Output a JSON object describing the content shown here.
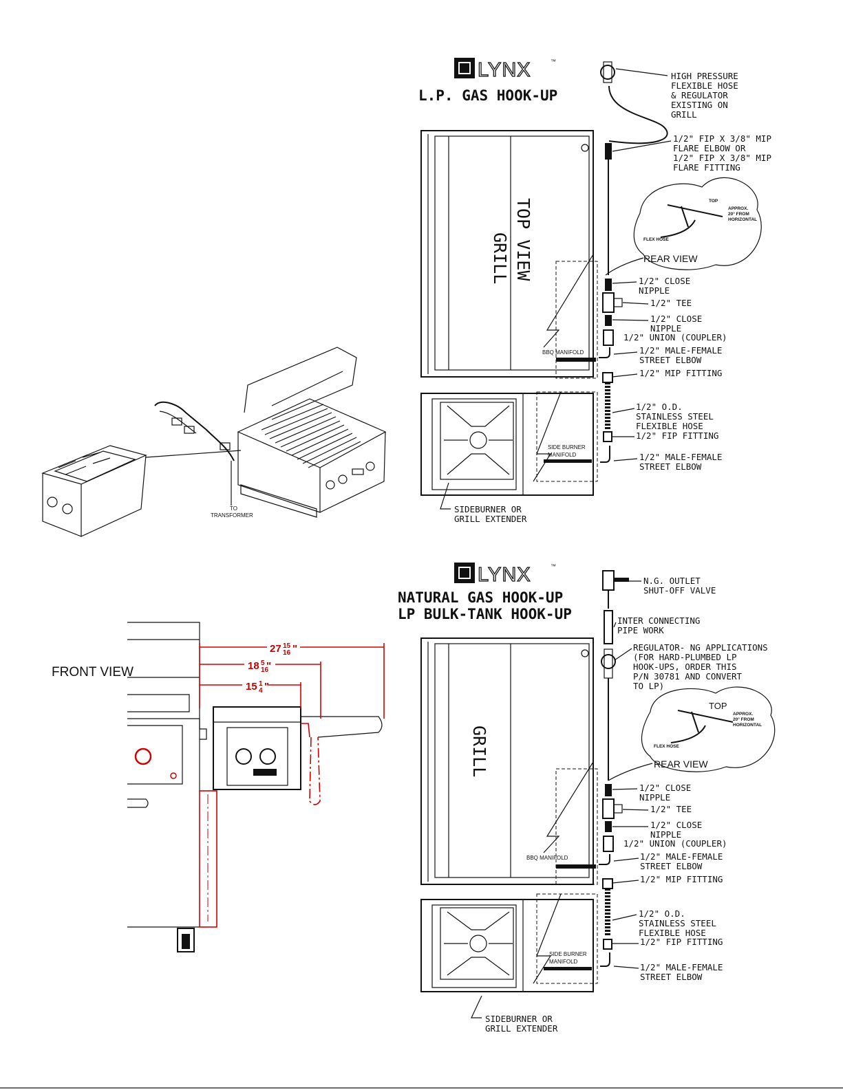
{
  "brand": {
    "logo_text": "LYNX",
    "tm": "™"
  },
  "lp_diagram": {
    "title": "L.P. GAS HOOK-UP",
    "grill_label": "GRILL",
    "top_view_label": "TOP VIEW",
    "bbq_manifold": "BBQ MANIFOLD",
    "side_burner_manifold": [
      "SIDE BURNER",
      "MANIFOLD"
    ],
    "sideburner_label": [
      "SIDEBURNER OR",
      "GRILL EXTENDER"
    ],
    "rear_view": {
      "label": "REAR VIEW",
      "top": "TOP",
      "approx": [
        "APPROX.",
        "20° FROM",
        "HORIZONTAL"
      ],
      "flex_hose": "FLEX HOSE"
    },
    "callouts": [
      [
        "HIGH PRESSURE",
        "FLEXIBLE HOSE",
        "& REGULATOR",
        "EXISTING ON",
        "GRILL"
      ],
      [
        "1/2\" FIP X 3/8\" MIP",
        "FLARE ELBOW OR",
        "1/2\" FIP X 3/8\" MIP",
        "FLARE FITTING"
      ],
      [
        "1/2\" CLOSE",
        "NIPPLE"
      ],
      [
        "1/2\" TEE"
      ],
      [
        "1/2\" CLOSE",
        "NIPPLE"
      ],
      [
        "1/2\" UNION (COUPLER)"
      ],
      [
        "1/2\" MALE-FEMALE",
        "STREET ELBOW"
      ],
      [
        "1/2\" MIP FITTING"
      ],
      [
        "1/2\" O.D.",
        "STAINLESS STEEL",
        "FLEXIBLE HOSE"
      ],
      [
        "1/2\" FIP FITTING"
      ],
      [
        "1/2\" MALE-FEMALE",
        "STREET ELBOW"
      ]
    ]
  },
  "ng_diagram": {
    "title_lines": [
      "NATURAL GAS HOOK-UP",
      "LP BULK-TANK HOOK-UP"
    ],
    "grill_label": "GRILL",
    "bbq_manifold": "BBQ MANIFOLD",
    "side_burner_manifold": [
      "SIDE BURNER",
      "MANIFOLD"
    ],
    "sideburner_label": [
      "SIDEBURNER OR",
      "GRILL EXTENDER"
    ],
    "rear_view": {
      "label": "REAR VIEW",
      "top": "TOP",
      "approx": [
        "APPROX.",
        "20° FROM",
        "HORIZONTAL"
      ],
      "flex_hose": "FLEX HOSE"
    },
    "callouts": [
      [
        "N.G. OUTLET",
        "SHUT-OFF VALVE"
      ],
      [
        "INTER CONNECTING",
        "PIPE WORK"
      ],
      [
        "REGULATOR- NG APPLICATIONS",
        "(FOR HARD-PLUMBED LP",
        "HOOK-UPS, ORDER THIS",
        "P/N 30781 AND CONVERT",
        "TO LP)"
      ],
      [
        "1/2\" CLOSE",
        "NIPPLE"
      ],
      [
        "1/2\" TEE"
      ],
      [
        "1/2\" CLOSE",
        "NIPPLE"
      ],
      [
        "1/2\" UNION (COUPLER)"
      ],
      [
        "1/2\" MALE-FEMALE",
        "STREET ELBOW"
      ],
      [
        "1/2\" MIP FITTING"
      ],
      [
        "1/2\" O.D.",
        "STAINLESS STEEL",
        "FLEXIBLE HOSE"
      ],
      [
        "1/2\" FIP FITTING"
      ],
      [
        "1/2\" MALE-FEMALE",
        "STREET ELBOW"
      ]
    ]
  },
  "iso_view": {
    "transformer_label": [
      "TO",
      "TRANSFORMER"
    ]
  },
  "front_view": {
    "label": "FRONT VIEW",
    "dims": [
      {
        "whole": "27",
        "num": "15",
        "den": "16",
        "unit": "\""
      },
      {
        "whole": "18",
        "num": "5",
        "den": "16",
        "unit": "\""
      },
      {
        "whole": "15",
        "num": "1",
        "den": "4",
        "unit": "\""
      }
    ]
  }
}
